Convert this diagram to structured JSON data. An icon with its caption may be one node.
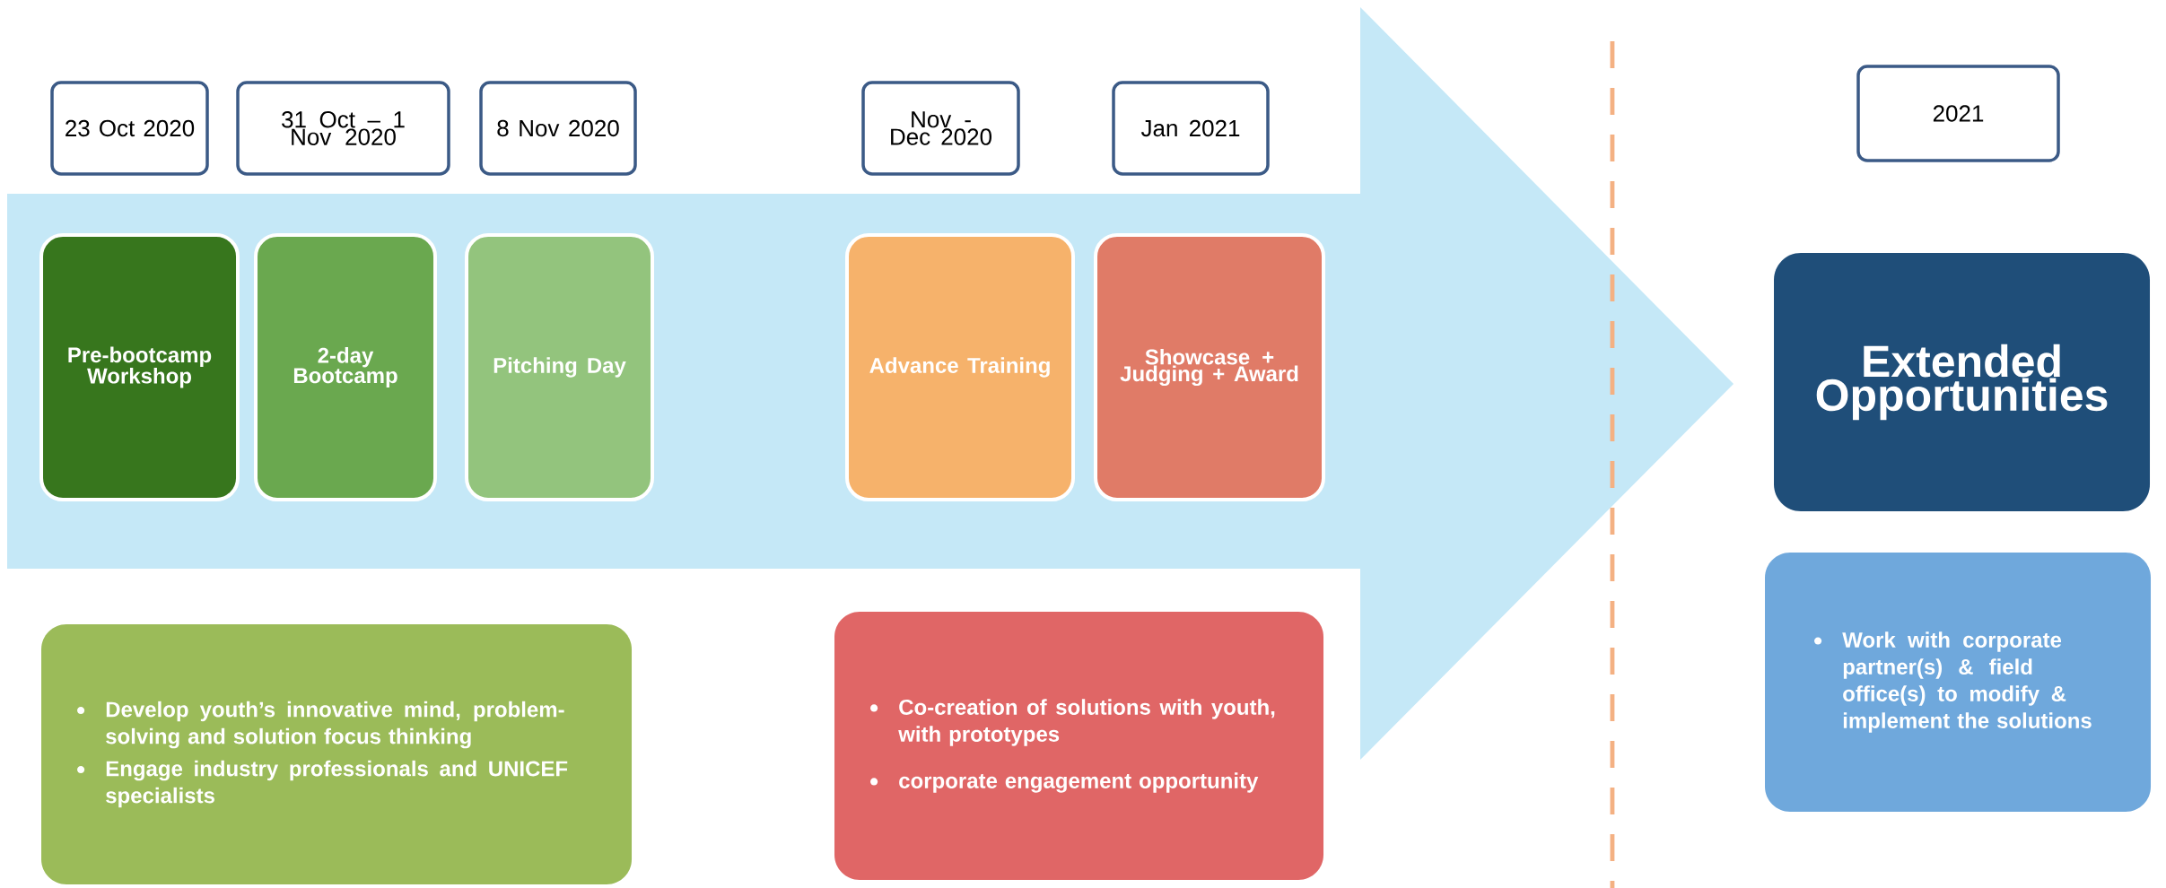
{
  "diagram": {
    "nodes": [
      {
        "text": [
          "23 Oct 2020"
        ]
      },
      {
        "text": [
          "31 Oct – 1 Nov 2020"
        ]
      },
      {
        "text": [
          "8 Nov 2020"
        ]
      },
      {
        "text": [
          "Nov - Dec 2020"
        ]
      },
      {
        "text": [
          "Jan 2021"
        ]
      },
      {
        "text": [
          "2021"
        ]
      },
      {
        "text": [
          "Pre-bootcamp Workshop"
        ]
      },
      {
        "text": [
          "2-day Bootcamp"
        ]
      },
      {
        "text": [
          "Pitching Day"
        ]
      },
      {
        "text": [
          "Advance Training"
        ]
      },
      {
        "text": [
          "Showcase + Judging + Award"
        ]
      },
      {
        "text": [
          "Extended Opportunities"
        ]
      },
      {
        "text": [
          "Develop youth’s innovative mind, problem-solving and solution focus thinking",
          "Engage industry professionals and UNICEF specialists"
        ]
      },
      {
        "text": [
          "Co-creation of solutions with youth, with prototypes",
          "corporate engagement opportunity"
        ]
      },
      {
        "text": [
          "Work with corporate partner(s) & field office(s) to modify & implement the solutions"
        ]
      }
    ]
  }
}
